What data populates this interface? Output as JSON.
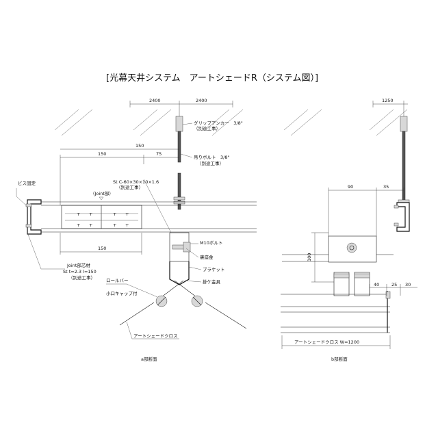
{
  "title": "[光幕天井システム　アートシェードR（システム図）]",
  "section_a": {
    "caption": "a部断面",
    "dims": {
      "top_left": "2400",
      "top_right": "2400",
      "d150_upper": "150",
      "d150_mid": "150",
      "d75": "75",
      "d150_lower": "150"
    },
    "labels": {
      "grip_anchor": "グリップアンカー　3/8\"",
      "grip_anchor_note": "（別途工事）",
      "hanging_bolt": "吊りボルト　3/8\"",
      "hanging_bolt_note": "（別途工事）",
      "st_channel": "St C-60×30×10×1.6",
      "st_channel_note": "（別途工事）",
      "joint_part": "（Joint部）",
      "screw_fix": "ビス固定",
      "m10_bolt": "M10ボルト",
      "washer_plate": "裏座金",
      "bracket": "ブラケット",
      "hook_fitting": "掛ケ金具",
      "roll_bar": "ロールバー",
      "small_cap": "小口キャップ付",
      "joint_core_1": "Joint部芯材",
      "joint_core_2": "St t=2.3 l=150",
      "joint_core_3": "（別途工事）",
      "cloth": "アートシェードクロス"
    }
  },
  "section_b": {
    "caption": "b部断面",
    "dims": {
      "d1250": "1250",
      "d90": "90",
      "d35": "35",
      "d100": "100",
      "d40": "40",
      "d25": "25",
      "d30": "30"
    },
    "labels": {
      "cloth_width": "アートシェードクロス W=1200"
    }
  }
}
